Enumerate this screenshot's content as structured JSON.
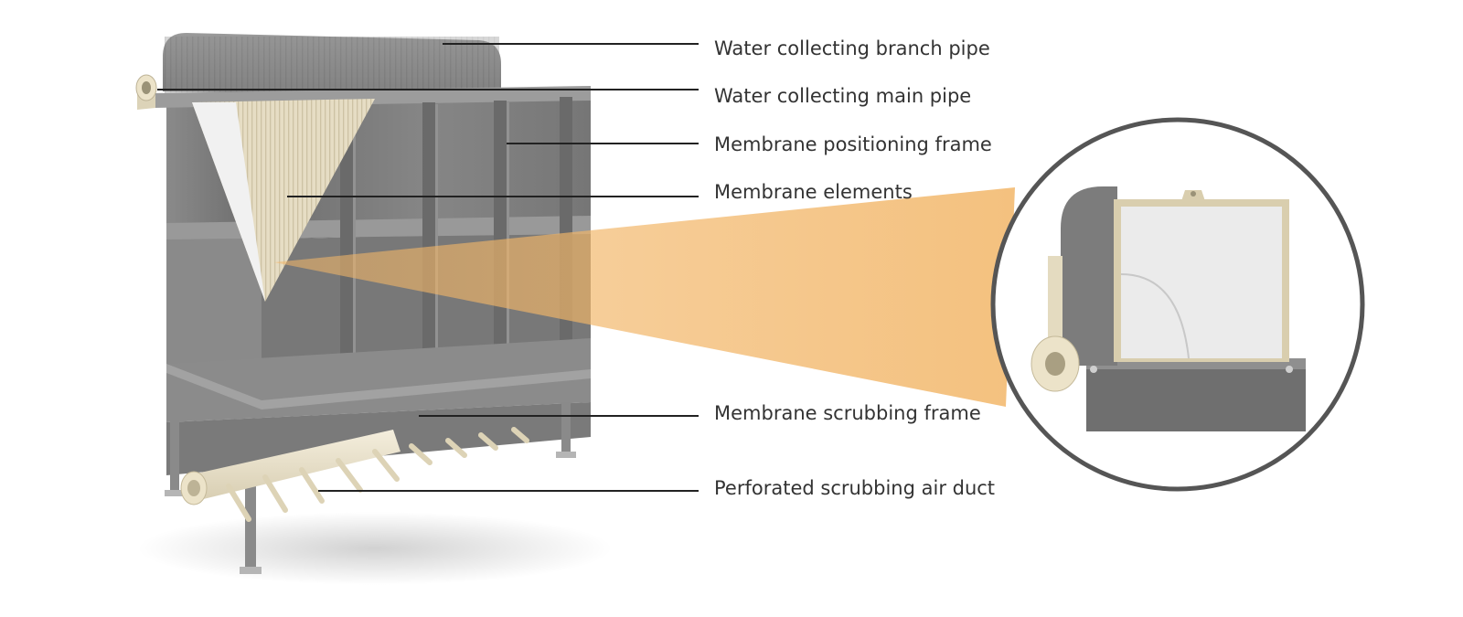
{
  "diagram": {
    "callouts": [
      {
        "id": "water-collecting-branch-pipe",
        "label": "Water collecting branch pipe"
      },
      {
        "id": "water-collecting-main-pipe",
        "label": "Water collecting main pipe"
      },
      {
        "id": "membrane-positioning-frame",
        "label": "Membrane positioning frame"
      },
      {
        "id": "membrane-elements",
        "label": "Membrane elements"
      },
      {
        "id": "membrane-scrubbing-frame",
        "label": "Membrane scrubbing frame"
      },
      {
        "id": "perforated-scrubbing-air-duct",
        "label": "Perforated scrubbing air duct"
      }
    ],
    "colors": {
      "steel": "#7d7d7d",
      "steel_dark": "#5f5f5f",
      "membrane": "#e8e0cc",
      "pvc": "#ece3c9",
      "zoom_cone": "#f2b668",
      "callout_line": "#222222",
      "label_text": "#333333",
      "zoom_ring": "#555555"
    }
  }
}
